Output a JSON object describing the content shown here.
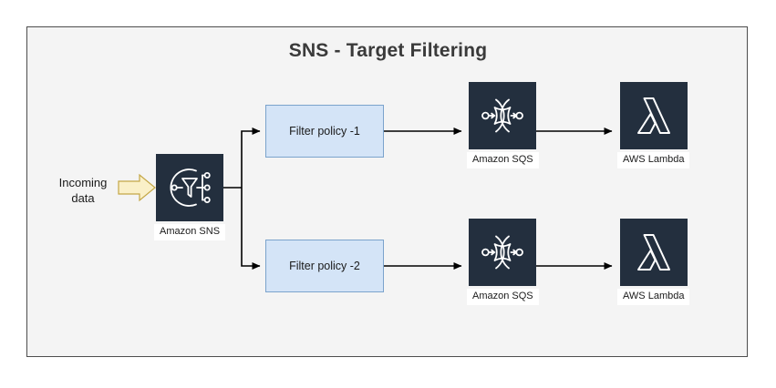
{
  "diagram": {
    "title": "SNS - Target Filtering",
    "panel_background": "#f4f4f4",
    "panel_border_color": "#4d4d4d",
    "accent_tile_color": "#232f3e",
    "policy_fill_color": "#d4e4f7",
    "policy_border_color": "#7ba3cc",
    "incoming_arrow_fill": "#faf0c8",
    "incoming_arrow_border": "#c4a747",
    "connector_color": "#000000"
  },
  "incoming": {
    "label_line_1": "Incoming",
    "label_line_2": "data"
  },
  "nodes": {
    "sns": {
      "label": "Amazon SNS",
      "icon": "amazon-sns-icon"
    },
    "sqs_top": {
      "label": "Amazon SQS",
      "icon": "amazon-sqs-icon"
    },
    "lambda_top": {
      "label": "AWS Lambda",
      "icon": "aws-lambda-icon"
    },
    "sqs_bottom": {
      "label": "Amazon SQS",
      "icon": "amazon-sqs-icon"
    },
    "lambda_bottom": {
      "label": "AWS Lambda",
      "icon": "aws-lambda-icon"
    }
  },
  "policies": [
    {
      "label": "Filter policy -1"
    },
    {
      "label": "Filter policy -2"
    }
  ]
}
